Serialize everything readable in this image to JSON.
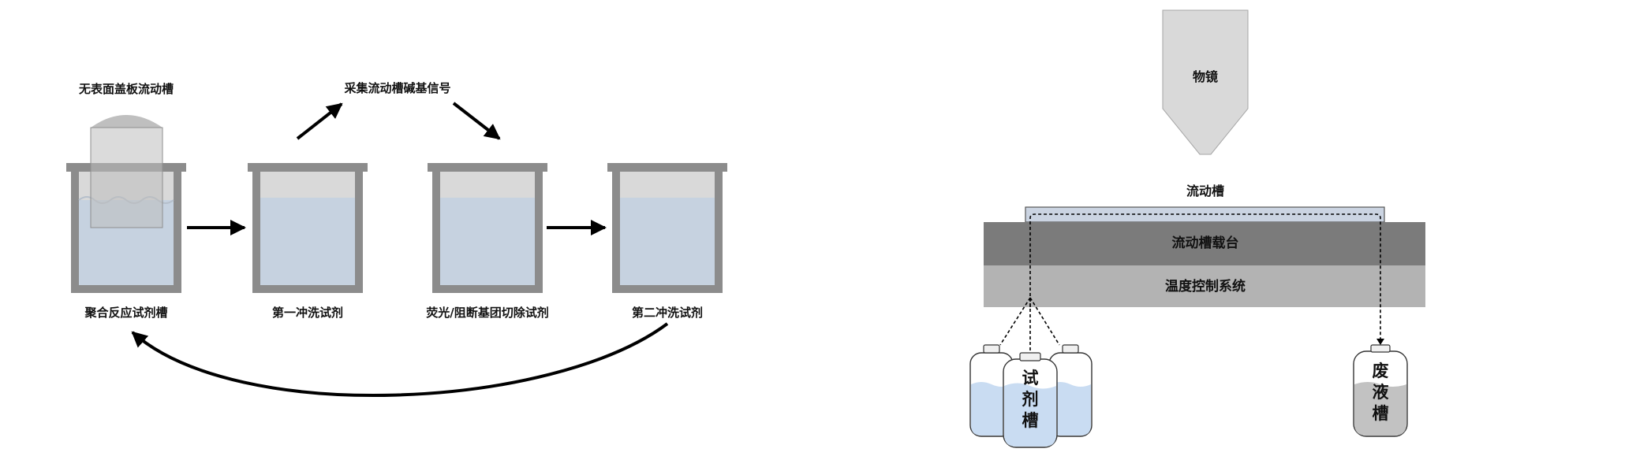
{
  "left": {
    "labels": {
      "flowcell_no_cover": "无表面盖板流动槽",
      "collect_signal": "采集流动槽碱基信号",
      "tank1": "聚合反应试剂槽",
      "tank2": "第一冲洗试剂",
      "tank3": "荧光/阻断基团切除试剂",
      "tank4": "第二冲洗试剂"
    }
  },
  "right": {
    "labels": {
      "objective": "物镜",
      "flowcell": "流动槽",
      "stage": "流动槽载台",
      "temp_control": "温度控制系统",
      "reagent_chars": [
        "试",
        "剂",
        "槽"
      ],
      "waste_chars": [
        "废",
        "液",
        "槽"
      ]
    }
  },
  "colors": {
    "tank_frame": "#8c8c8c",
    "liquid": "#c6d2e0",
    "headspace": "#d9d9d9",
    "stage": "#7b7b7b",
    "temp": "#b3b3b3",
    "objective": "#d9d9d9",
    "reagent_liquid": "#c9dcf2",
    "waste_liquid": "#c2c2c2"
  }
}
